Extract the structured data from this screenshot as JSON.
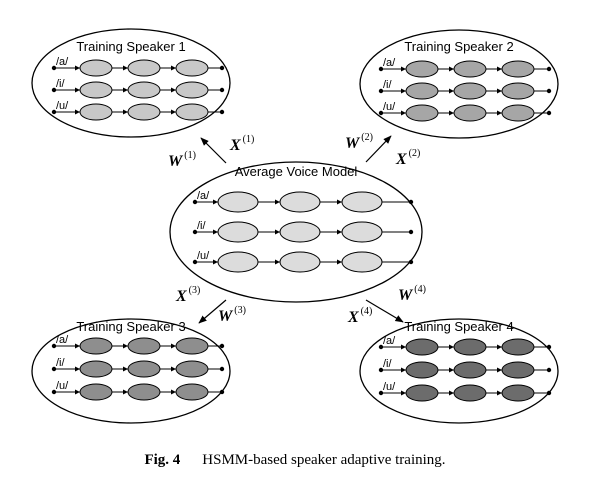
{
  "center": {
    "title": "Average Voice Model",
    "fill": "#dcdcdc",
    "rows": [
      "/a/",
      "/i/",
      "/u/"
    ]
  },
  "speakers": [
    {
      "title": "Training Speaker 1",
      "fill": "#c8c8c8",
      "rows": [
        "/a/",
        "/i/",
        "/u/"
      ]
    },
    {
      "title": "Training Speaker 2",
      "fill": "#a6a6a6",
      "rows": [
        "/a/",
        "/i/",
        "/u/"
      ]
    },
    {
      "title": "Training Speaker 3",
      "fill": "#8e8e8e",
      "rows": [
        "/a/",
        "/i/",
        "/u/"
      ]
    },
    {
      "title": "Training Speaker 4",
      "fill": "#6c6c6c",
      "rows": [
        "/a/",
        "/i/",
        "/u/"
      ]
    }
  ],
  "transforms": [
    {
      "x": "X",
      "x_sup": "(1)",
      "w": "W",
      "w_sup": "(1)"
    },
    {
      "x": "X",
      "x_sup": "(2)",
      "w": "W",
      "w_sup": "(2)"
    },
    {
      "x": "X",
      "x_sup": "(3)",
      "w": "W",
      "w_sup": "(3)"
    },
    {
      "x": "X",
      "x_sup": "(4)",
      "w": "W",
      "w_sup": "(4)"
    }
  ],
  "caption": {
    "label": "Fig. 4",
    "text": "HSMM-based speaker adaptive training."
  }
}
